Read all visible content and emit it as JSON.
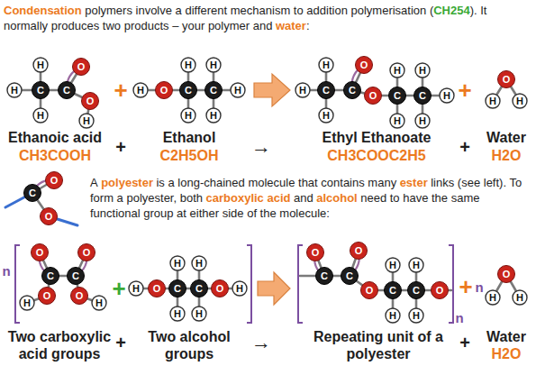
{
  "diagram": {
    "labels": [
      "Condensation",
      "polymers involve a different mechanism to addition polymerisation (",
      "CH254",
      "). It normally produces two products – your polymer and",
      "water",
      ":",
      "H",
      "H",
      "C",
      "H",
      "C",
      "O",
      "O",
      "H",
      "+",
      "H",
      "O",
      "H",
      "C",
      "H",
      "H",
      "C",
      "H",
      "H",
      "H",
      "H",
      "C",
      "H",
      "C",
      "O",
      "O",
      "H",
      "C",
      "H",
      "H",
      "C",
      "H",
      "H",
      "+",
      "O",
      "H",
      "H",
      "Ethanoic acid",
      "CH3COOH",
      "+",
      "Ethanol",
      "C2H5OH",
      "→",
      "Ethyl Ethanoate",
      "CH3COOC2H5",
      "+",
      "Water",
      "H2O",
      "C",
      "O",
      "O",
      "A",
      "polyester",
      "is a long-chained molecule that contains many",
      "ester",
      "links (see left). To form a polyester, both",
      "carboxylic acid",
      "and",
      "alcohol",
      "need to have the same functional group at either side of the molecule:",
      "n",
      "O",
      "O",
      "C",
      "C",
      "H",
      "O",
      "O",
      "H",
      "+",
      "H",
      "O",
      "H",
      "C",
      "H",
      "H",
      "C",
      "H",
      "O",
      "H",
      "O",
      "O",
      "C",
      "C",
      "O",
      "H",
      "C",
      "H",
      "H",
      "C",
      "H",
      "O",
      "n",
      "+",
      "n",
      "O",
      "H",
      "H",
      "Two carboxylic acid groups",
      "+",
      "Two alcohol groups",
      "→",
      "Repeating unit of a polyester",
      "+",
      "Water",
      "H2O"
    ]
  }
}
